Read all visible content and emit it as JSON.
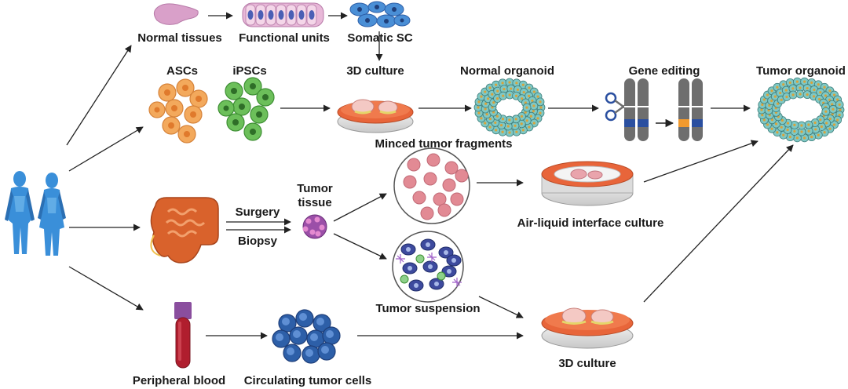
{
  "labels": {
    "normal_tissues": "Normal tissues",
    "functional_units": "Functional units",
    "somatic_sc": "Somatic SC",
    "ascs": "ASCs",
    "ipscs": "iPSCs",
    "culture_3d_top": "3D culture",
    "normal_organoid": "Normal organoid",
    "gene_editing": "Gene editing",
    "tumor_organoid": "Tumor organoid",
    "minced_tumor_fragments": "Minced tumor fragments",
    "tumor_tissue_line1": "Tumor",
    "tumor_tissue_line2": "tissue",
    "surgery": "Surgery",
    "biopsy": "Biopsy",
    "air_liquid_interface_culture": "Air-liquid interface culture",
    "tumor_suspension": "Tumor suspension",
    "peripheral_blood": "Peripheral blood",
    "circulating_tumor_cells": "Circulating tumor cells",
    "culture_3d_bottom": "3D culture"
  },
  "colors": {
    "body": "#3a8fd9",
    "arrow": "#222222",
    "asc_cell": "#f3a95c",
    "ipsc_cell": "#6cbf5a",
    "somatic_cell": "#4a8fd6",
    "tissue_pink": "#d9a0c9",
    "culture_medium": "#e8653a",
    "organoid_cell": "#7fc8c4",
    "chromosome": "#6e6e6e",
    "edit_band": "#f29a2e",
    "band_blue": "#2a4fa0",
    "fragment": "#e28a94",
    "blood": "#b01e2e",
    "blood_cap": "#8a4e9e",
    "ctc_cell": "#2d5fa8",
    "intestine": "#d9622c"
  }
}
